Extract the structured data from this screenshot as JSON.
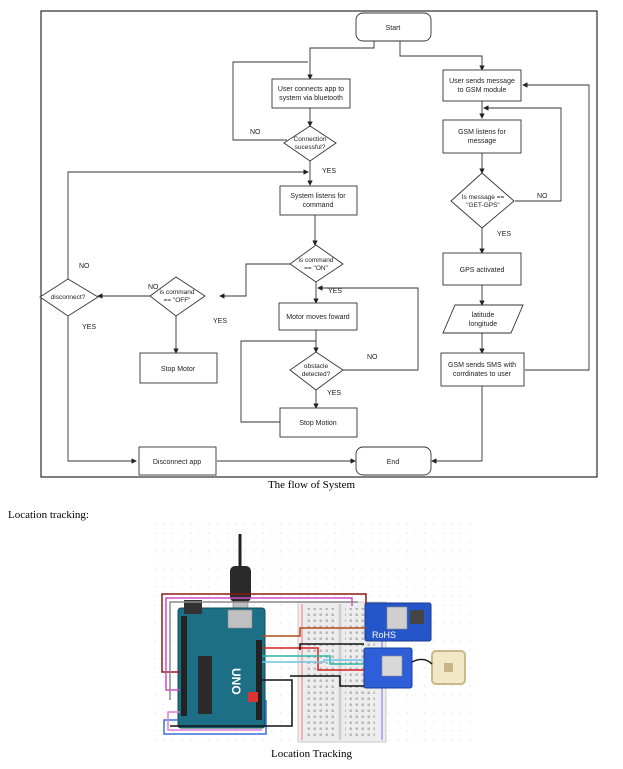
{
  "flowchart": {
    "nodes": {
      "start": "Start",
      "connect_1": "User connects app to",
      "connect_2": "system via bluetooth",
      "conn_ok_1": "Connection",
      "conn_ok_2": "sucessful?",
      "listen_1": "System listens for",
      "listen_2": "command",
      "cmd_on_1": "is command",
      "cmd_on_2": "== \"ON\"",
      "cmd_off_1": "is command",
      "cmd_off_2": "== \"OFF\"",
      "disconnect_q": "disconnect?",
      "motor_fwd": "Motor moves foward",
      "stop_motor": "Stop Motor",
      "obstacle_1": "obstacle",
      "obstacle_2": "detected?",
      "stop_motion": "Stop Motion",
      "disconnect_app": "Disconnect app",
      "end": "End",
      "sms_in_1": "User sends message",
      "sms_in_2": "to GSM module",
      "gsm_listen_1": "GSM listens for",
      "gsm_listen_2": "message",
      "getgps_1": "Is message ==",
      "getgps_2": "\"GET-GPS\"",
      "gps_on": "GPS activated",
      "latlon_1": "latitude",
      "latlon_2": "longitude",
      "sms_out_1": "GSM sends SMS with",
      "sms_out_2": "corrdinates to user"
    },
    "labels": {
      "no": "NO",
      "yes": "YES"
    },
    "caption": "The flow of System"
  },
  "section_heading": "Location tracking:",
  "circuit": {
    "rohs": "RoHS",
    "uno": "UNO",
    "caption": "Location Tracking"
  }
}
